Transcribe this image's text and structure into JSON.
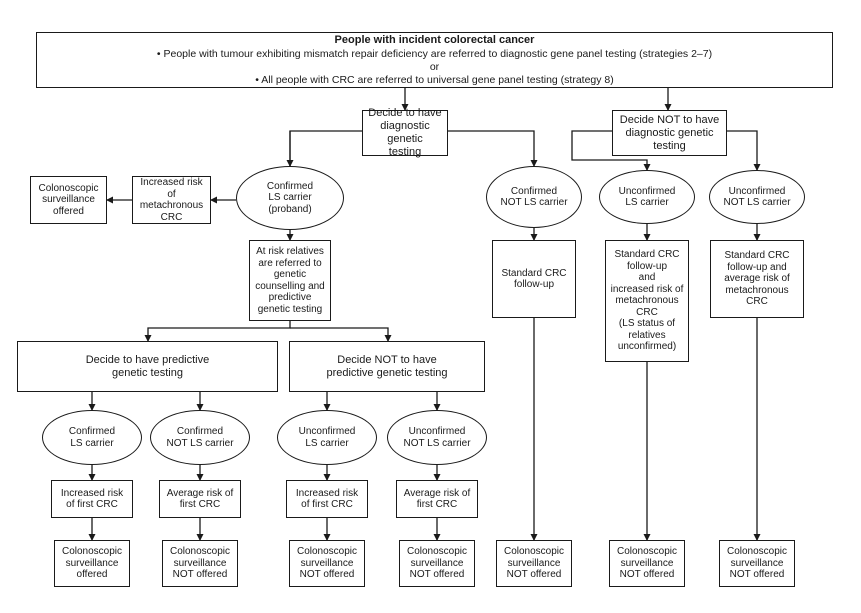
{
  "top": {
    "title": "People with incident colorectal cancer",
    "line1": "• People with tumour exhibiting mismatch repair deficiency are referred to diagnostic gene panel testing (strategies 2–7)",
    "or": "or",
    "line2": "• All people with CRC are referred to universal gene panel testing (strategy 8)"
  },
  "nodes": {
    "decide_diag": "Decide to have\ndiagnostic genetic\ntesting",
    "decide_not_diag": "Decide NOT to have\ndiagnostic genetic\ntesting",
    "colono_offered_top": "Colonoscopic\nsurveillance\noffered",
    "increased_meta": "Increased risk of\nmetachronous\nCRC",
    "confirmed_ls_proband": "Confirmed\nLS carrier\n(proband)",
    "confirmed_not_ls": "Confirmed\nNOT LS carrier",
    "unconfirmed_ls": "Unconfirmed\nLS carrier",
    "unconfirmed_not_ls": "Unconfirmed\nNOT LS carrier",
    "at_risk_relatives": "At risk relatives\nare referred to\ngenetic\ncounselling and\npredictive\ngenetic testing",
    "standard_followup": "Standard CRC\nfollow-up",
    "standard_increased": "Standard CRC\nfollow-up\nand\nincreased risk of\nmetachronous\nCRC\n(LS status of\nrelatives\nunconfirmed)",
    "standard_average": "Standard CRC\nfollow-up and\naverage risk of\nmetachronous\nCRC",
    "decide_pred": "Decide to have predictive\ngenetic testing",
    "decide_not_pred": "Decide NOT to have\npredictive genetic testing",
    "rel_confirmed_ls": "Confirmed\nLS carrier",
    "rel_confirmed_not_ls": "Confirmed\nNOT LS carrier",
    "rel_unconfirmed_ls": "Unconfirmed\nLS carrier",
    "rel_unconfirmed_not_ls": "Unconfirmed\nNOT LS carrier",
    "rel_increased_1": "Increased risk\nof first CRC",
    "rel_average_1": "Average risk of\nfirst CRC",
    "rel_increased_2": "Increased risk\nof first CRC",
    "rel_average_2": "Average risk of\nfirst CRC",
    "colono_offered": "Colonoscopic\nsurveillance\noffered",
    "colono_not_1": "Colonoscopic\nsurveillance\nNOT offered",
    "colono_not_2": "Colonoscopic\nsurveillance\nNOT offered",
    "colono_not_3": "Colonoscopic\nsurveillance\nNOT offered",
    "colono_not_4": "Colonoscopic\nsurveillance\nNOT offered",
    "colono_not_5": "Colonoscopic\nsurveillance\nNOT offered",
    "colono_not_6": "Colonoscopic\nsurveillance\nNOT offered"
  }
}
